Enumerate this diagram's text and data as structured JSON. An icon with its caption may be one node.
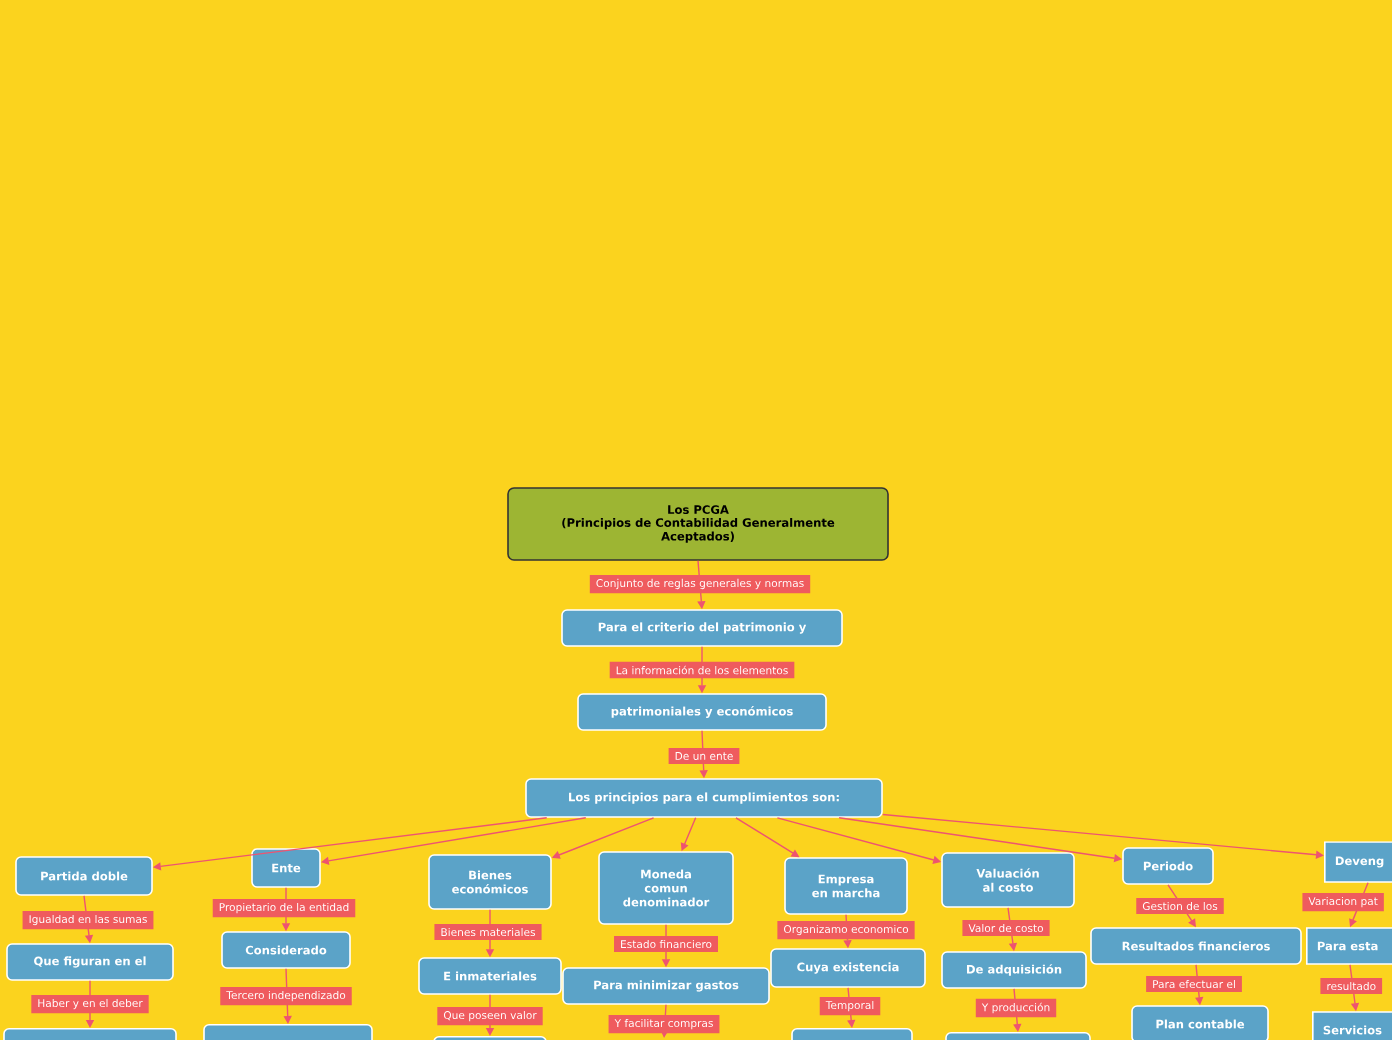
{
  "diagram": {
    "nodes": [
      {
        "text": [
          "Los PCGA",
          "(Principios de Contabilidad Generalmente Aceptados)"
        ]
      },
      {
        "text": [
          "Para el criterio del patrimonio y"
        ]
      },
      {
        "text": [
          "patrimoniales y económicos"
        ]
      },
      {
        "text": [
          "Los principios para el cumplimientos son:"
        ]
      },
      {
        "text": [
          "Partida doble"
        ]
      },
      {
        "text": [
          "Que figuran en el"
        ]
      },
      {
        "text": [],
        "shape": "box"
      },
      {
        "text": [
          "Ente"
        ]
      },
      {
        "text": [
          "Considerado"
        ]
      },
      {
        "text": [],
        "shape": "box"
      },
      {
        "text": [
          "Bienes económicos"
        ]
      },
      {
        "text": [
          "E inmateriales"
        ]
      },
      {
        "text": [],
        "shape": "box"
      },
      {
        "text": [
          "Moneda comun denominador"
        ]
      },
      {
        "text": [
          "Para minimizar gastos"
        ]
      },
      {
        "text": [
          "Empresa en marcha"
        ]
      },
      {
        "text": [
          "Cuya existencia"
        ]
      },
      {
        "text": [],
        "shape": "box"
      },
      {
        "text": [
          "Valuación al costo"
        ]
      },
      {
        "text": [
          "De adquisición"
        ]
      },
      {
        "text": [],
        "shape": "box"
      },
      {
        "text": [
          "Periodo"
        ]
      },
      {
        "text": [
          "Resultados financieros"
        ]
      },
      {
        "text": [
          "Plan contable"
        ]
      },
      {
        "text": [
          "Deveng"
        ]
      },
      {
        "text": [
          "Para esta"
        ]
      },
      {
        "text": [
          "Servicios"
        ]
      }
    ],
    "edges": [
      {
        "from": 0,
        "to": 1,
        "arrow": "to",
        "label": "Conjunto de reglas generales y normas"
      },
      {
        "from": 1,
        "to": 2,
        "arrow": "to",
        "label": "La información de los elementos"
      },
      {
        "from": 2,
        "to": 3,
        "arrow": "to",
        "label": "De un ente"
      },
      {
        "from": 3,
        "to": 4,
        "arrow": "to"
      },
      {
        "from": 3,
        "to": 7,
        "arrow": "to"
      },
      {
        "from": 3,
        "to": 10,
        "arrow": "to"
      },
      {
        "from": 3,
        "to": 13,
        "arrow": "to"
      },
      {
        "from": 3,
        "to": 15,
        "arrow": "to"
      },
      {
        "from": 3,
        "to": 18,
        "arrow": "to"
      },
      {
        "from": 3,
        "to": 21,
        "arrow": "to"
      },
      {
        "from": 3,
        "to": 24,
        "arrow": "to"
      },
      {
        "from": 4,
        "to": 5,
        "arrow": "to",
        "label": "Igualdad en las sumas"
      },
      {
        "from": 5,
        "to": 6,
        "arrow": "to",
        "label": "Haber y en el deber"
      },
      {
        "from": 7,
        "to": 8,
        "arrow": "to",
        "label": "Propietario de la entidad"
      },
      {
        "from": 8,
        "to": 9,
        "arrow": "to",
        "label": "Tercero independizado"
      },
      {
        "from": 10,
        "to": 11,
        "arrow": "to",
        "label": "Bienes materiales"
      },
      {
        "from": 11,
        "to": 12,
        "arrow": "to",
        "label": "Que poseen valor"
      },
      {
        "from": 13,
        "to": 14,
        "arrow": "to",
        "label": "Estado financiero"
      },
      {
        "from": 14,
        "to": null,
        "arrow": "to",
        "label": "Y facilitar compras"
      },
      {
        "from": 15,
        "to": 16,
        "arrow": "to",
        "label": "Organizamo economico"
      },
      {
        "from": 16,
        "to": 17,
        "arrow": "to",
        "label": "Temporal"
      },
      {
        "from": 18,
        "to": 19,
        "arrow": "to",
        "label": "Valor de costo"
      },
      {
        "from": 19,
        "to": 20,
        "arrow": "to",
        "label": "Y producción"
      },
      {
        "from": 21,
        "to": 22,
        "arrow": "to",
        "label": "Gestion de los"
      },
      {
        "from": 22,
        "to": 23,
        "arrow": "to",
        "label": "Para efectuar el"
      },
      {
        "from": 24,
        "to": 25,
        "arrow": "to",
        "label": "Variacion pat"
      },
      {
        "from": 25,
        "to": 26,
        "arrow": "to",
        "label": "resultado"
      }
    ]
  }
}
